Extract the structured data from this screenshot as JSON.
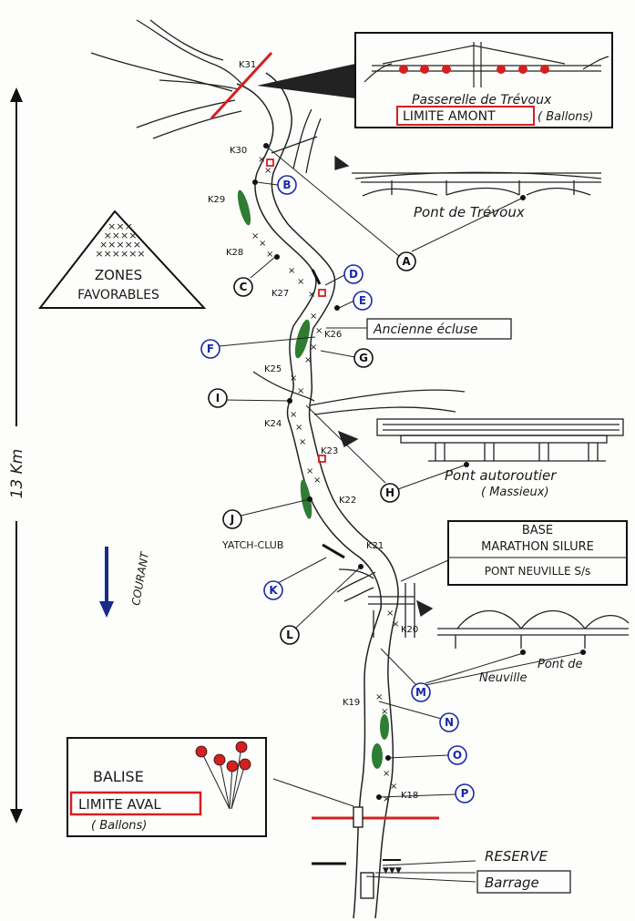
{
  "scale": {
    "length_label": "13 Km"
  },
  "current": {
    "label": "COURANT"
  },
  "legend": {
    "line1": "ZONES",
    "line2": "FAVORABLES"
  },
  "boxes": {
    "passerelle": {
      "title": "Passerelle de Trévoux",
      "limit": "LIMITE AMONT",
      "note": "( Ballons)"
    },
    "base": {
      "line1": "BASE",
      "line2": "MARATHON SILURE",
      "line3": "PONT NEUVILLE S/s"
    },
    "balise": {
      "title": "BALISE",
      "limit": "LIMITE AVAL",
      "note": "( Ballons)"
    }
  },
  "labels": {
    "pont_trevoux": "Pont de Trévoux",
    "ancienne_ecluse": "Ancienne écluse",
    "pont_autoroutier": "Pont autoroutier",
    "massieux": "( Massieux)",
    "yacht_club": "YATCH-CLUB",
    "pont_de": "Pont de",
    "neuville": "Neuville",
    "reserve": "RESERVE",
    "barrage": "Barrage"
  },
  "km_markers": [
    "K31",
    "K30",
    "K29",
    "K28",
    "K27",
    "K26",
    "K25",
    "K24",
    "K23",
    "K22",
    "K21",
    "K20",
    "K19",
    "K18"
  ],
  "points": [
    {
      "letter": "A",
      "color": "#111111"
    },
    {
      "letter": "B",
      "color": "#1a2aa8"
    },
    {
      "letter": "C",
      "color": "#111111"
    },
    {
      "letter": "D",
      "color": "#1a2aa8"
    },
    {
      "letter": "E",
      "color": "#1a2aa8"
    },
    {
      "letter": "F",
      "color": "#1a2aa8"
    },
    {
      "letter": "G",
      "color": "#111111"
    },
    {
      "letter": "H",
      "color": "#111111"
    },
    {
      "letter": "I",
      "color": "#111111"
    },
    {
      "letter": "J",
      "color": "#111111"
    },
    {
      "letter": "K",
      "color": "#1a2aa8"
    },
    {
      "letter": "L",
      "color": "#111111"
    },
    {
      "letter": "M",
      "color": "#1a2aa8"
    },
    {
      "letter": "N",
      "color": "#1a2aa8"
    },
    {
      "letter": "O",
      "color": "#1a2aa8"
    },
    {
      "letter": "P",
      "color": "#1a2aa8"
    }
  ],
  "colors": {
    "limit_red": "#d42020",
    "zone_green": "#2e7d32",
    "current_arrow": "#1a2a8a",
    "balloon_red": "#d42020"
  }
}
